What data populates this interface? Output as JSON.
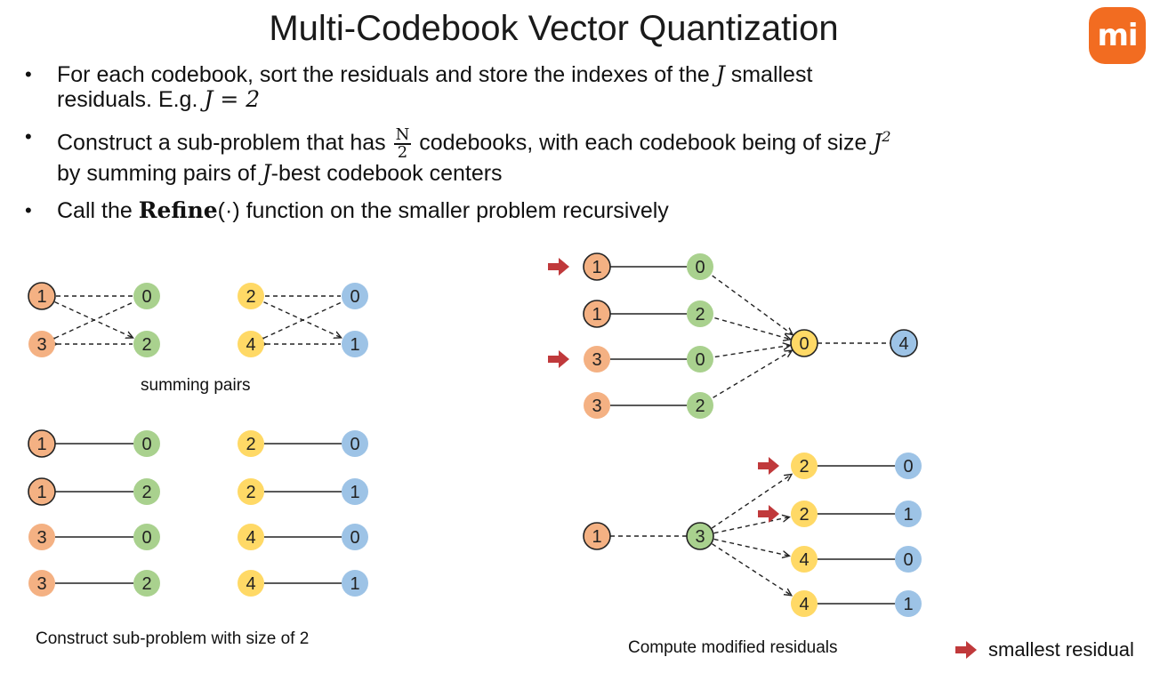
{
  "slide": {
    "title": "Multi-Codebook Vector Quantization",
    "logo_text": "mi",
    "colors": {
      "orange": "#f4b183",
      "green": "#a9d18e",
      "yellow": "#ffd966",
      "blue": "#9dc3e6",
      "arrow": "#c0393b",
      "logo": "#f26c21"
    }
  },
  "bullets": [
    {
      "pre": "For each codebook, sort the residuals and store the indexes of the ",
      "var": "J",
      "post": " smallest",
      "line2_pre": "residuals. E.g. ",
      "line2_math": "J = 2"
    },
    {
      "pre": "Construct a sub-problem that has ",
      "frac_num": "N",
      "frac_den": "2",
      "mid": " codebooks, with each codebook being of size ",
      "var": "J",
      "sup": "2",
      "line2_pre": "by summing pairs of ",
      "line2_var": "J",
      "line2_post": "-best codebook centers"
    },
    {
      "pre": "Call the ",
      "bold": "Refine",
      "mid": "(·)",
      "post": " function on the smaller problem recursively"
    }
  ],
  "captions": {
    "summing_pairs": "summing pairs",
    "construct": "Construct sub-problem with size of 2",
    "compute": "Compute modified residuals",
    "legend": "smallest residual"
  },
  "diagram": {
    "summing_pairs_left": {
      "left": [
        "1",
        "3"
      ],
      "right": [
        "0",
        "2"
      ]
    },
    "summing_pairs_right": {
      "left": [
        "2",
        "4"
      ],
      "right": [
        "0",
        "1"
      ]
    },
    "subproblem_left": [
      [
        "1",
        "0"
      ],
      [
        "1",
        "2"
      ],
      [
        "3",
        "0"
      ],
      [
        "3",
        "2"
      ]
    ],
    "subproblem_right": [
      [
        "2",
        "0"
      ],
      [
        "2",
        "1"
      ],
      [
        "4",
        "0"
      ],
      [
        "4",
        "1"
      ]
    ],
    "refine_top_rows": [
      [
        "1",
        "0"
      ],
      [
        "1",
        "2"
      ],
      [
        "3",
        "0"
      ],
      [
        "3",
        "2"
      ]
    ],
    "refine_top_center": "0",
    "refine_top_end": "4",
    "refine_top_marked_rows": [
      0,
      2
    ],
    "refine_bottom_start": "1",
    "refine_bottom_center": "3",
    "refine_bottom_rows": [
      [
        "2",
        "0"
      ],
      [
        "2",
        "1"
      ],
      [
        "4",
        "0"
      ],
      [
        "4",
        "1"
      ]
    ],
    "refine_bottom_marked_rows": [
      0,
      1
    ]
  }
}
